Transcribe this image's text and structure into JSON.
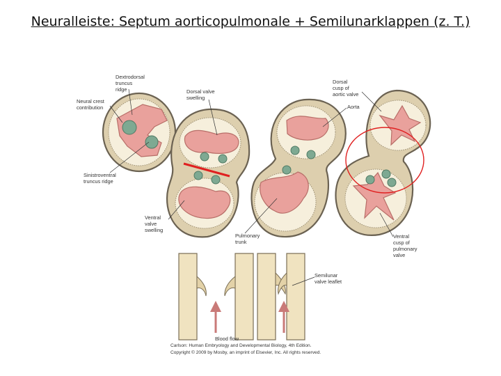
{
  "title": "Neuralleiste: Septum aorticopulmonale + Semilunarklappen (z. T.)",
  "labels": {
    "dextrodorsal": [
      "Dextrodorsal",
      "truncus",
      "ridge"
    ],
    "neural_crest": [
      "Neural crest",
      "contribution"
    ],
    "dorsal_valve_swelling": [
      "Dorsal valve",
      "swelling"
    ],
    "sinistroventral": [
      "Sinistroventral",
      "truncus ridge"
    ],
    "ventral_valve_swelling": [
      "Ventral",
      "valve",
      "swelling"
    ],
    "pulmonary_trunk": [
      "Pulmonary",
      "trunk"
    ],
    "dorsal_cusp": [
      "Dorsal",
      "cusp of",
      "aortic valve"
    ],
    "aorta": "Aorta",
    "ventral_cusp": [
      "Ventral",
      "cusp of",
      "pulmonary",
      "valve"
    ],
    "semilunar_leaflet": [
      "Semilunar",
      "valve leaflet"
    ],
    "blood_flow": "Blood flow"
  },
  "caption": [
    "Carlson: Human Embryology and Developmental Biology, 4th Edition.",
    "Copyright © 2009 by Mosby, an imprint of Elsevier, Inc. All rights reserved."
  ],
  "colors": {
    "wall": "#ddcfae",
    "lumen": "#e9a19c",
    "mesenchyme_nodule": "#7ea992",
    "annotation_red": "#e02020"
  }
}
